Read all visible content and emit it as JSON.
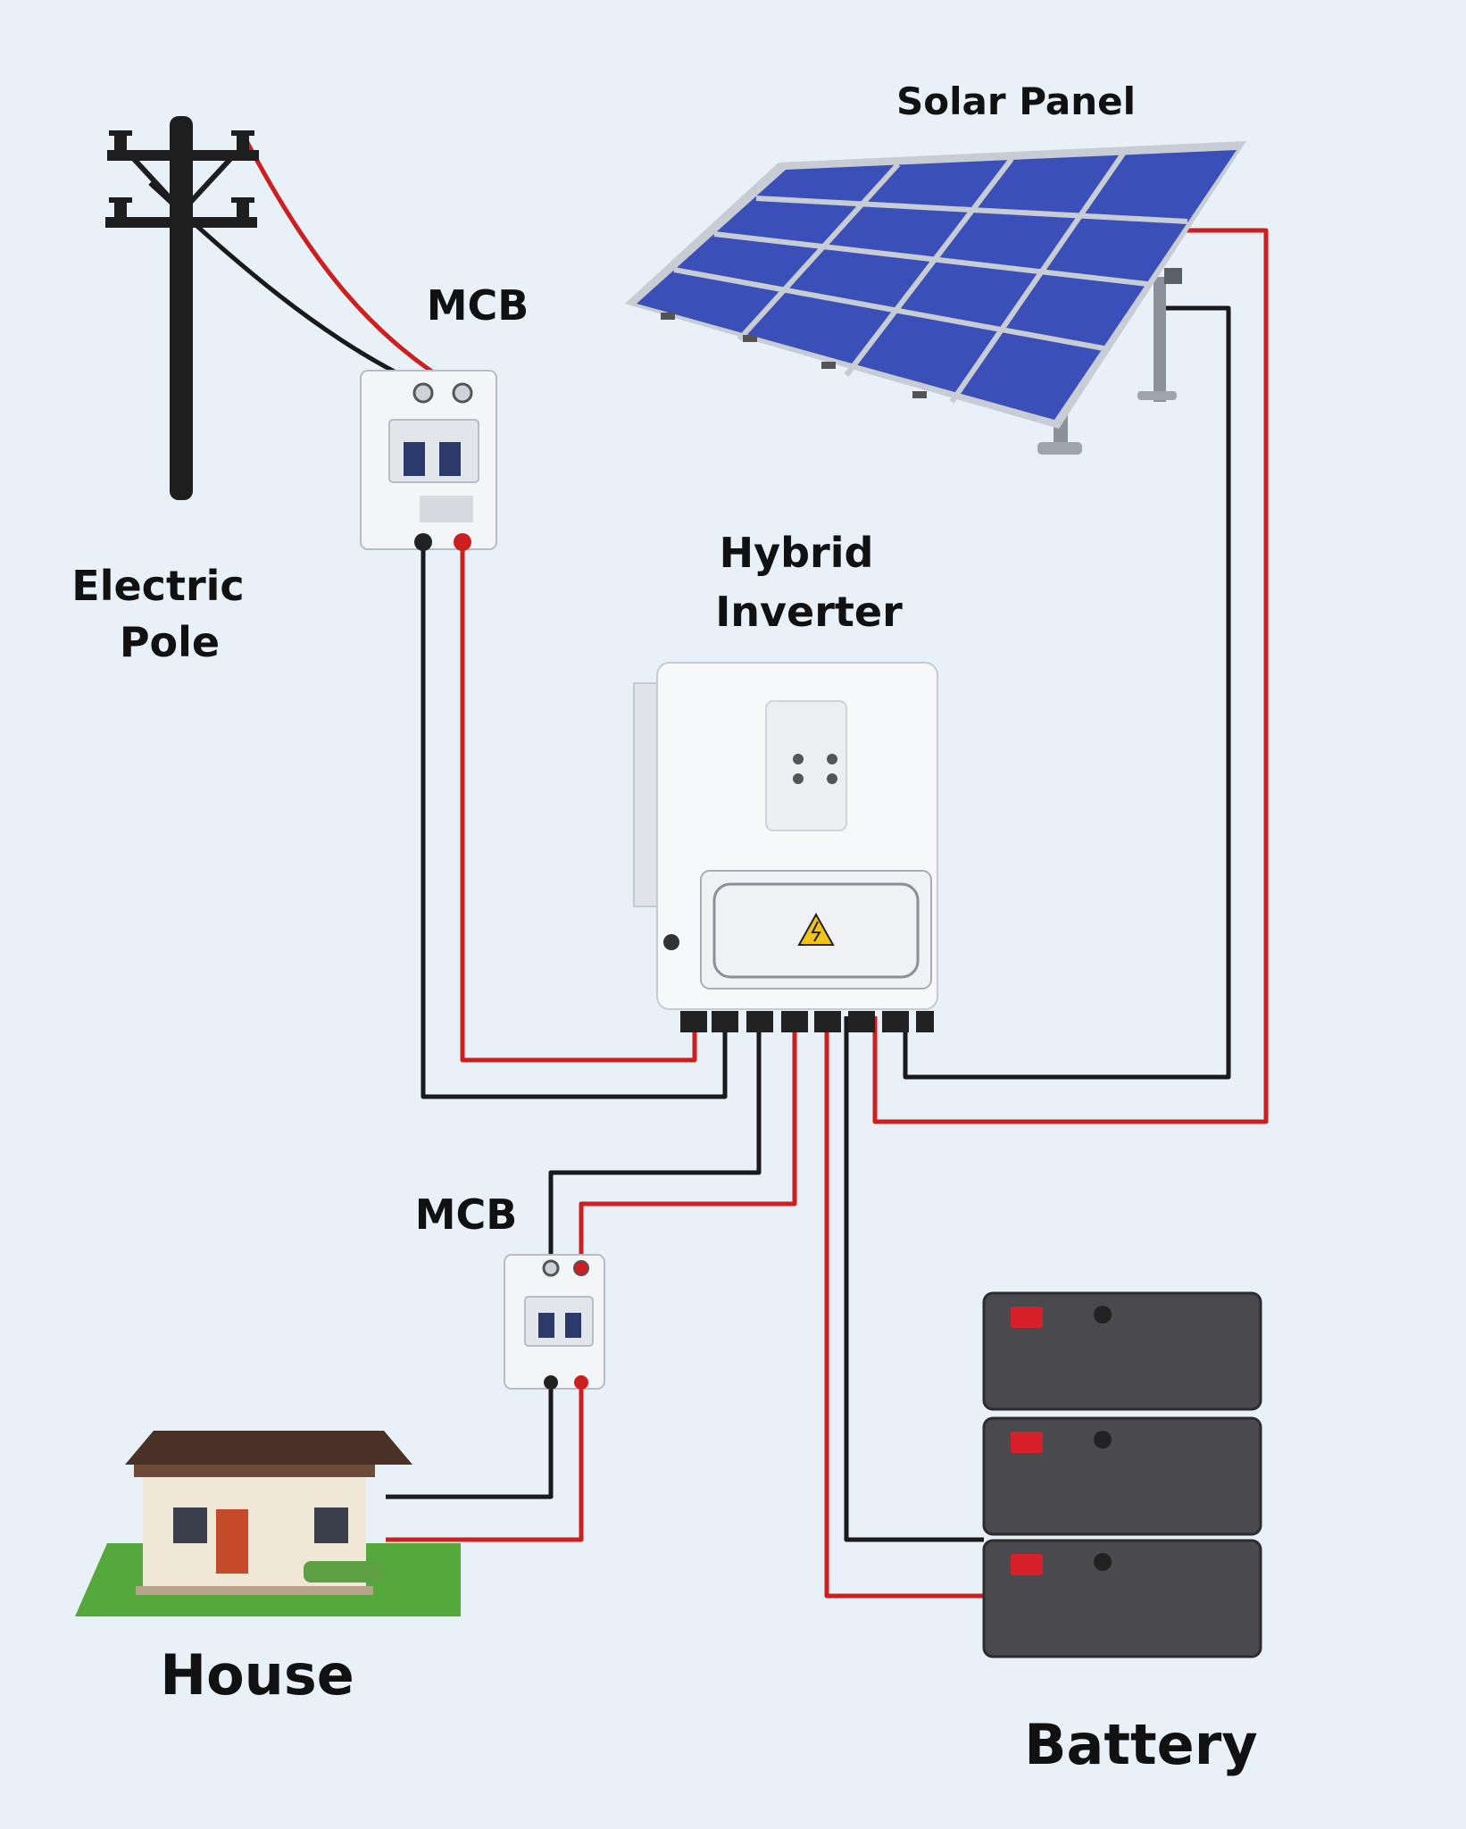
{
  "labels": {
    "solar_panel": "Solar Panel",
    "mcb_top": "MCB",
    "electric_pole_line1": "Electric",
    "electric_pole_line2": "Pole",
    "hybrid_line1": "Hybrid",
    "hybrid_line2": "Inverter",
    "mcb_bottom": "MCB",
    "house": "House",
    "battery": "Battery"
  },
  "colors": {
    "background": "#e8f0f8",
    "wire_live": "#cc1f1f",
    "wire_neutral": "#1a1a1a",
    "panel_cell": "#3a4fb8",
    "panel_frame": "#c8ccd4",
    "battery_body": "#4a4a4e",
    "terminal_red": "#d8202a"
  },
  "icons": [
    "electric-pole-icon",
    "mcb-breaker-icon",
    "solar-panel-icon",
    "hybrid-inverter-icon",
    "house-icon",
    "battery-stack-icon",
    "warning-icon"
  ]
}
